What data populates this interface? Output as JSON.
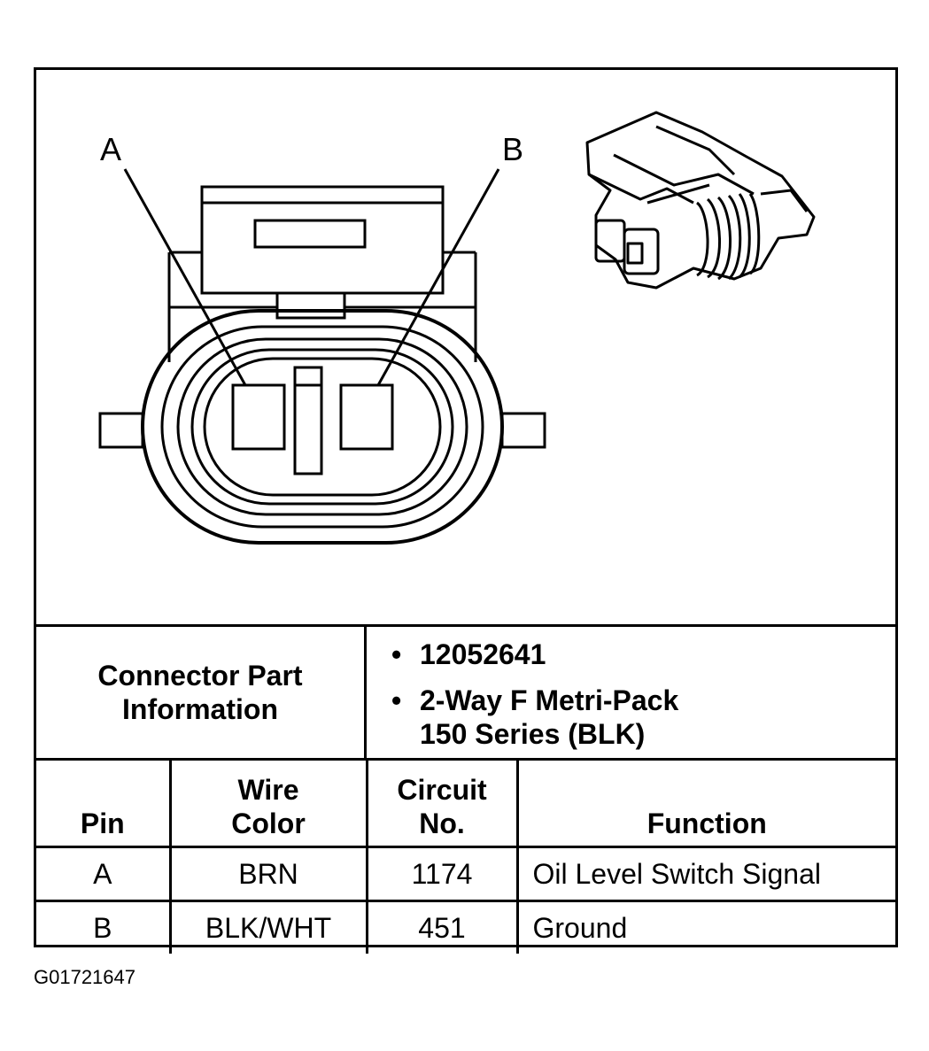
{
  "diagram": {
    "pin_labels": [
      "A",
      "B"
    ]
  },
  "connector_info": {
    "label_line1": "Connector Part",
    "label_line2": "Information",
    "part_number": "12052641",
    "description_line1": "2-Way F Metri-Pack",
    "description_line2": "150 Series (BLK)"
  },
  "table": {
    "headers": {
      "pin": "Pin",
      "wire_color_line1": "Wire",
      "wire_color_line2": "Color",
      "circuit_line1": "Circuit",
      "circuit_line2": "No.",
      "function": "Function"
    },
    "rows": [
      {
        "pin": "A",
        "wire_color": "BRN",
        "circuit": "1174",
        "function": "Oil Level Switch Signal"
      },
      {
        "pin": "B",
        "wire_color": "BLK/WHT",
        "circuit": "451",
        "function": "Ground"
      }
    ]
  },
  "figure_id": "G01721647"
}
